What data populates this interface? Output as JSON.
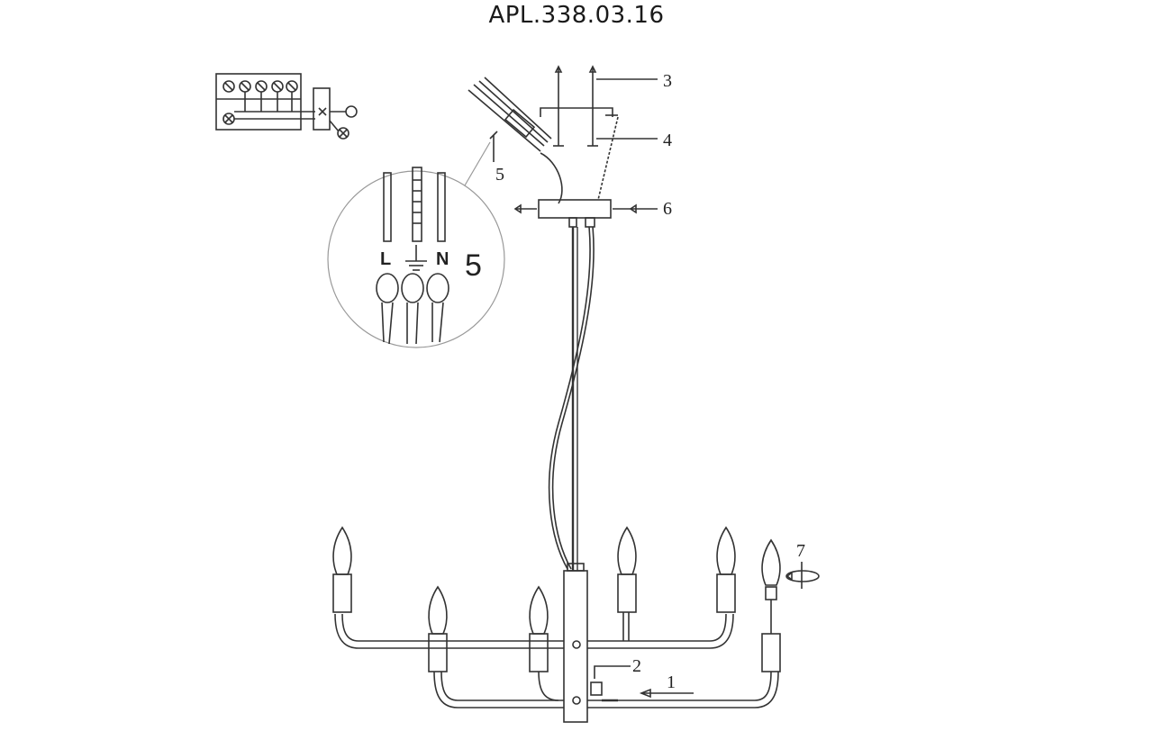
{
  "title": "APL.338.03.16",
  "callouts": {
    "c1": "1",
    "c2": "2",
    "c3": "3",
    "c4": "4",
    "c5": "5",
    "c6": "6",
    "c7": "7"
  },
  "detail": {
    "number": "5",
    "live": "L",
    "neutral": "N"
  },
  "icons": [
    "terminal-block-icon",
    "earth-ground-icon",
    "rotate-arrow-icon"
  ]
}
